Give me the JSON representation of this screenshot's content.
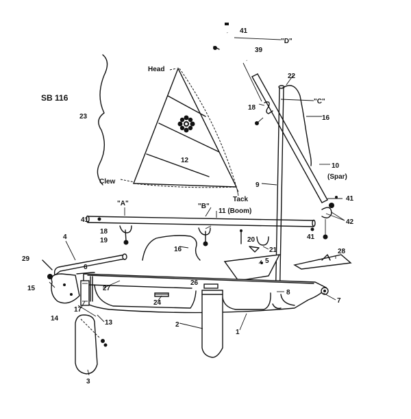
{
  "labels": {
    "sb": "SB 116",
    "n23": "23",
    "head": "Head",
    "clew": "Clew",
    "tack": "Tack",
    "n12": "12",
    "n41a": "41",
    "n39": "39",
    "qD": "\"D\"",
    "n22": "22",
    "n18a": "18",
    "qC": "\"C\"",
    "n16a": "16",
    "n10": "10",
    "spar": "(Spar)",
    "n9": "9",
    "n41b": "41",
    "n42": "42",
    "qA": "\"A\"",
    "qB": "\"B\"",
    "boom": "11 (Boom)",
    "n41c": "41",
    "n18b": "18",
    "n19": "19",
    "n16b": "16",
    "n20": "20",
    "n21": "21",
    "n41d": "41",
    "n4": "4",
    "n6": "6",
    "n29": "29",
    "n15": "15",
    "n28": "28",
    "n5": "5",
    "n27": "27",
    "n26": "26",
    "n8": "8",
    "n7": "7",
    "n24": "24",
    "n14": "14",
    "n17": "17",
    "n13": "13",
    "n2": "2",
    "n1": "1",
    "n3": "3"
  }
}
